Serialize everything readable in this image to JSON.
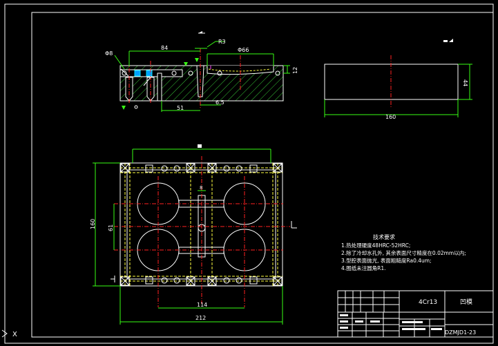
{
  "colors": {
    "background": "#000000",
    "frame": "#ffffff",
    "outline": "#ffffff",
    "green": "#39ff14",
    "center": "#ff2020",
    "hatch": "#39c839",
    "dim": "#39ff14",
    "cyan": "#00e5ff",
    "yellow": "#ffff40",
    "magenta": "#ff40ff"
  },
  "section_view": {
    "dim_top_width": "84",
    "dim_radius": "R3",
    "dim_diameter_cavity": "Φ66",
    "dim_diameter_hole": "Φ8",
    "dim_right_height": "12",
    "dim_bottom_offset": "51",
    "dim_bottom_small": "6.5"
  },
  "side_view": {
    "dim_width": "160",
    "dim_height": "44"
  },
  "plan_view": {
    "dim_total_width": "212",
    "dim_inner_width": "114",
    "dim_total_height": "160",
    "dim_inner_height": "61",
    "dim_slot": "8"
  },
  "tech_requirements": {
    "title": "技术要求",
    "lines": [
      "1.热处理硬度48HRC-52HRC;",
      "2.除了冷却水孔外, 其余表面尺寸精度在0.02mm以内;",
      "3.型腔表面抛光, 表面粗糙度Ra0.4um;",
      "4.图纸未注圆角R1."
    ]
  },
  "title_block": {
    "material": "4Cr13",
    "part_name": "凹模",
    "drawing_no": "DZMJD1-23"
  },
  "ucs": {
    "x_label": "X"
  }
}
